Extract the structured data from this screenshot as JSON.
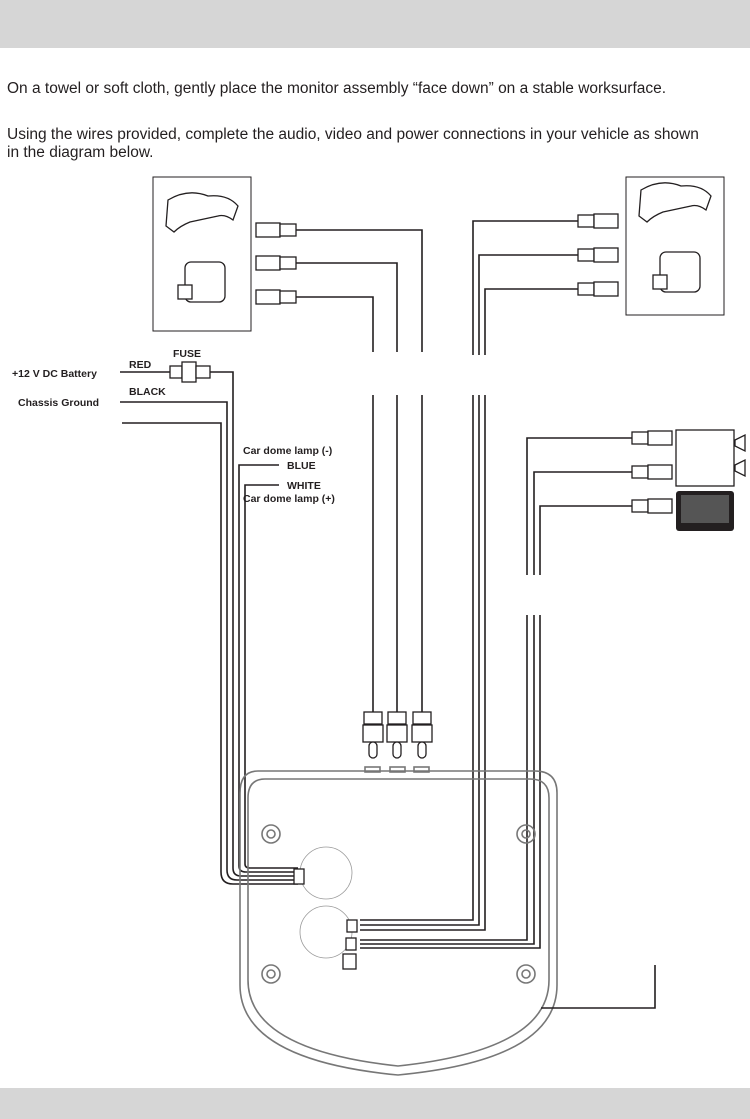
{
  "instructions": [
    "On a towel or soft cloth, gently place the monitor assembly “face down” on a stable worksurface.",
    "Using the wires provided, complete the audio, video and power connections in your vehicle as shown in the diagram below."
  ],
  "diagram": {
    "battery_label": "+12 V DC Battery",
    "red_label": "RED",
    "fuse_label": "FUSE",
    "ground_label": "Chassis Ground",
    "black_label": "BLACK",
    "dome_neg_label": "Car dome lamp (-)",
    "blue_label": "BLUE",
    "white_label": "WHITE",
    "dome_pos_label": "Car dome lamp (+)",
    "icons": [
      "game-controller-icon",
      "camcorder-icon",
      "speaker-icon",
      "monitor-icon"
    ]
  }
}
